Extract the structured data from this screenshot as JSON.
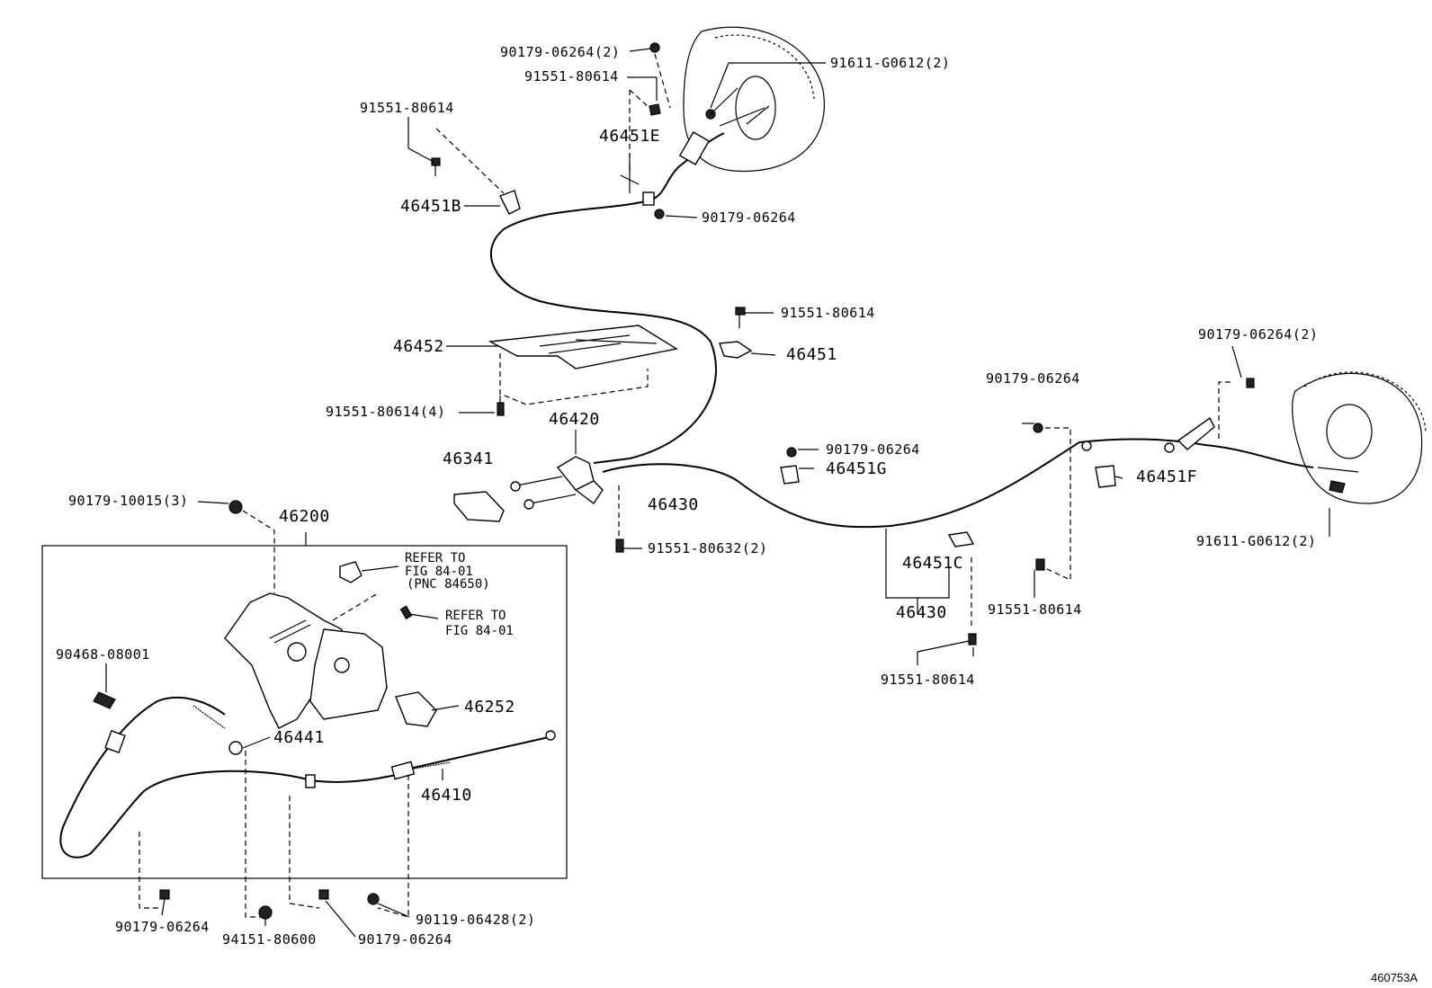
{
  "labels": {
    "p1": "90179-06264(2)",
    "p2": "91611-G0612(2)",
    "p3": "91551-80614",
    "p4": "91551-80614",
    "p5": "46451E",
    "p6": "46451B",
    "p7": "90179-06264",
    "p8": "91551-80614",
    "p9": "46452",
    "p10": "46451",
    "p11": "91551-80614(4)",
    "p12": "90179-06264(2)",
    "p13": "90179-06264",
    "p14": "46420",
    "p15": "46341",
    "p16": "90179-06264",
    "p17": "46451G",
    "p18": "46430",
    "p19": "46451F",
    "p20": "90179-10015(3)",
    "p21": "46200",
    "p22": "91551-80632(2)",
    "p23": "91611-G0612(2)",
    "p24": "46451C",
    "p25": "46430",
    "p26": "91551-80614",
    "p27": "91551-80614",
    "p28": "90468-08001",
    "p29": "46252",
    "p30": "46441",
    "p31": "46410",
    "p32": "90179-06264",
    "p33": "94151-80600",
    "p34": "90179-06264",
    "p35": "90119-06428(2)"
  },
  "refer1": {
    "l1": "REFER TO",
    "l2": "FIG 84-01",
    "l3": "(PNC 84650)"
  },
  "refer2": {
    "l1": "REFER TO",
    "l2": "FIG 84-01"
  },
  "figure_id": "460753A"
}
